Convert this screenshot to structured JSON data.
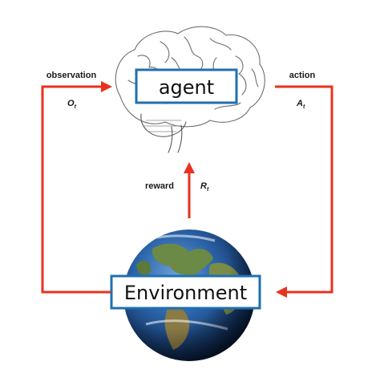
{
  "agent": {
    "label": "agent"
  },
  "environment": {
    "label": "Environment"
  },
  "observation": {
    "label": "observation",
    "symbol": "O",
    "subscript": "t"
  },
  "action": {
    "label": "action",
    "symbol": "A",
    "subscript": "t"
  },
  "reward": {
    "label": "reward",
    "symbol": "R",
    "subscript": "t"
  },
  "colors": {
    "arrow": "#e8321e",
    "box_border": "#1f6fb2",
    "ocean": "#1d4f8c",
    "land": "#5f7d3c"
  },
  "icons": {
    "agent_image": "brain-icon",
    "environment_image": "earth-globe-icon"
  }
}
